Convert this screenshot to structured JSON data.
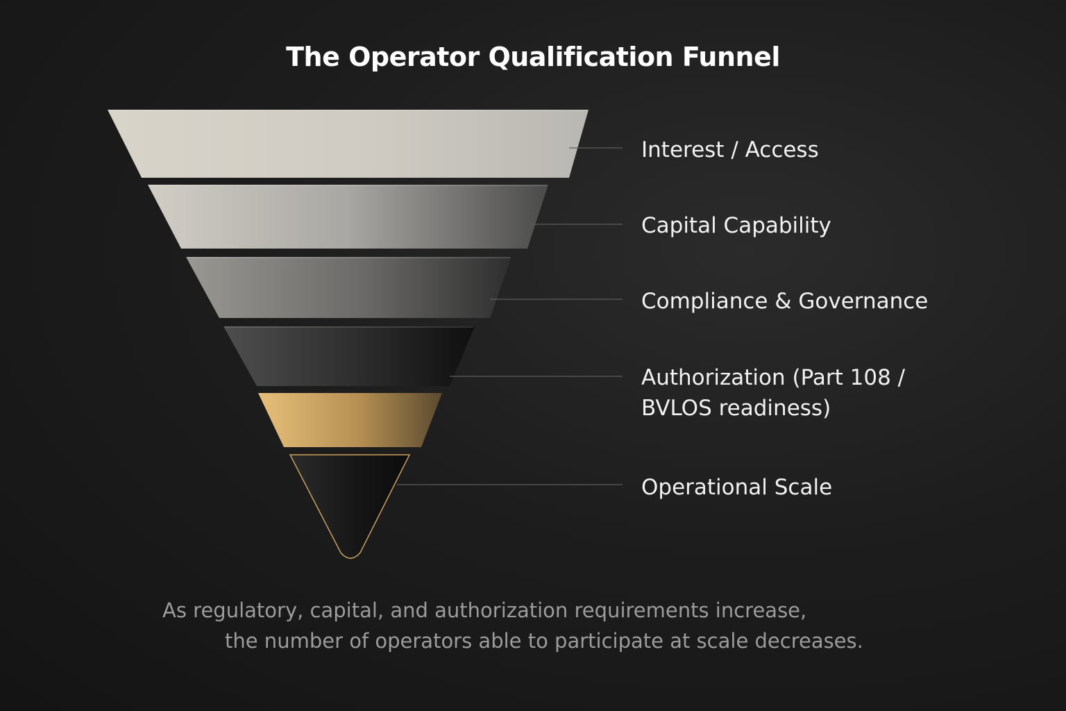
{
  "title": "The Operator Qualification Funnel",
  "colors": {
    "background": "#1b1b1b",
    "accent_gold": "#c9a25e",
    "connector": "#5c5c5c",
    "label_text": "#f2f2f2",
    "caption_text": "#9c9c9c"
  },
  "stages": [
    {
      "label_lines": [
        "Interest / Access"
      ],
      "fill": "silver-light"
    },
    {
      "label_lines": [
        "Capital Capability"
      ],
      "fill": "silver-mid"
    },
    {
      "label_lines": [
        "Compliance & Governance"
      ],
      "fill": "graphite"
    },
    {
      "label_lines": [
        "Authorization (Part 108 /",
        "BVLOS readiness)"
      ],
      "fill": "charcoal"
    },
    {
      "label_lines": [
        "Operational Scale"
      ],
      "fill": "black-gold-edge"
    }
  ],
  "gold_band_fill": "gold",
  "caption": {
    "line1": "As regulatory, capital, and authorization requirements increase,",
    "line2": "the number of operators able to participate at scale decreases."
  }
}
